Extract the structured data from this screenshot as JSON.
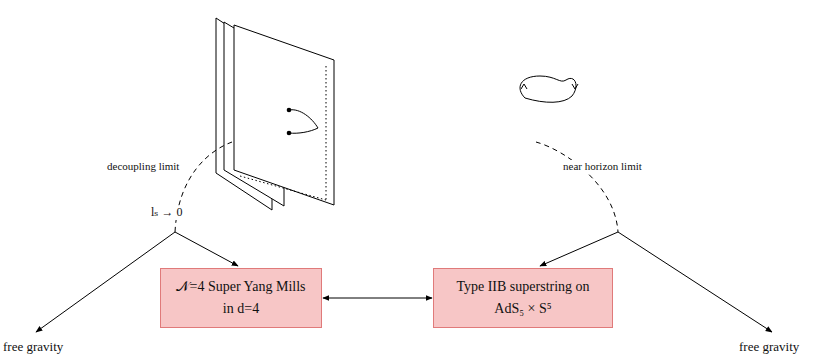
{
  "diagram": {
    "nodes": [
      {
        "text": [
          "𝒩=4 Super Yang Mills in d=4"
        ]
      },
      {
        "text": [
          "Type IIB superstring on AdS₅ × S⁵"
        ]
      }
    ],
    "edges": [
      {
        "from": 0,
        "to": 1,
        "arrow": "both"
      }
    ],
    "labels": [
      "decoupling limit",
      "lₛ → 0",
      "near horizon limit",
      "free gravity",
      "free gravity"
    ]
  }
}
